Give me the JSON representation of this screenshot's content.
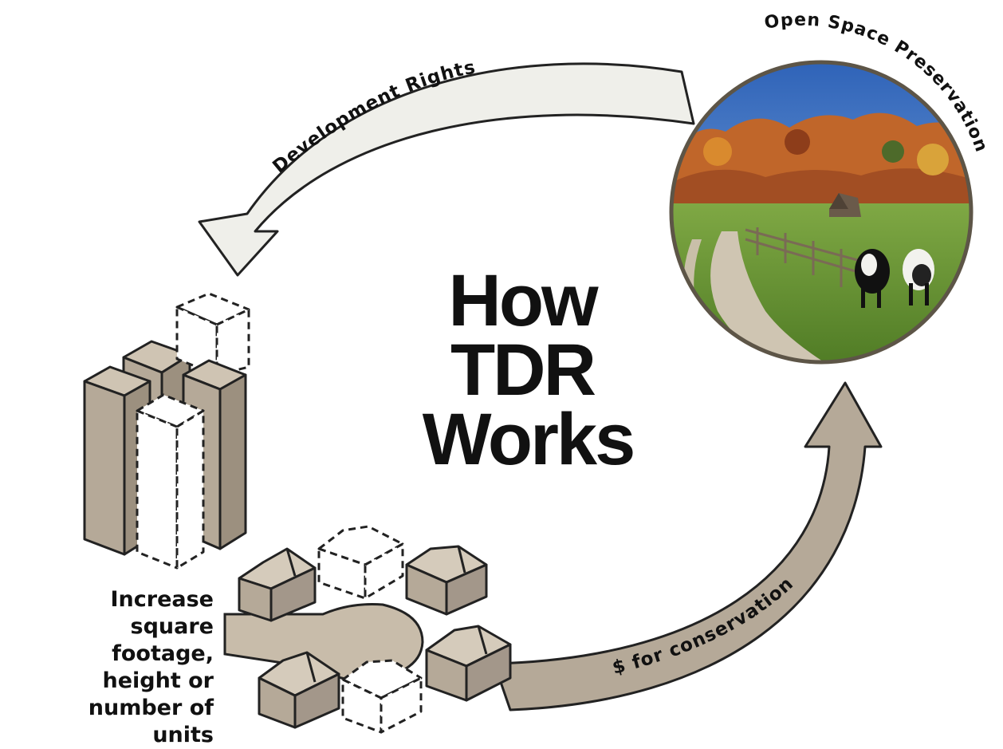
{
  "title_lines": [
    "How",
    "TDR",
    "Works"
  ],
  "arrow_top_label": "Development Rights",
  "arrow_bottom_label": "$ for conservation",
  "circle_label": "Open Space Preservation",
  "caption_lines": [
    "Increase",
    "square footage,",
    "height or",
    "number of",
    "units"
  ],
  "colors": {
    "arrow_top_fill": "#efefea",
    "arrow_bottom_fill": "#b5a998",
    "building_fill": "#b5a998",
    "outline": "#222222",
    "ground_fill": "#c8bcaa",
    "sky": "#3f77c4",
    "grass": "#6f9a3a",
    "autumn_trees": "#c0662a"
  }
}
